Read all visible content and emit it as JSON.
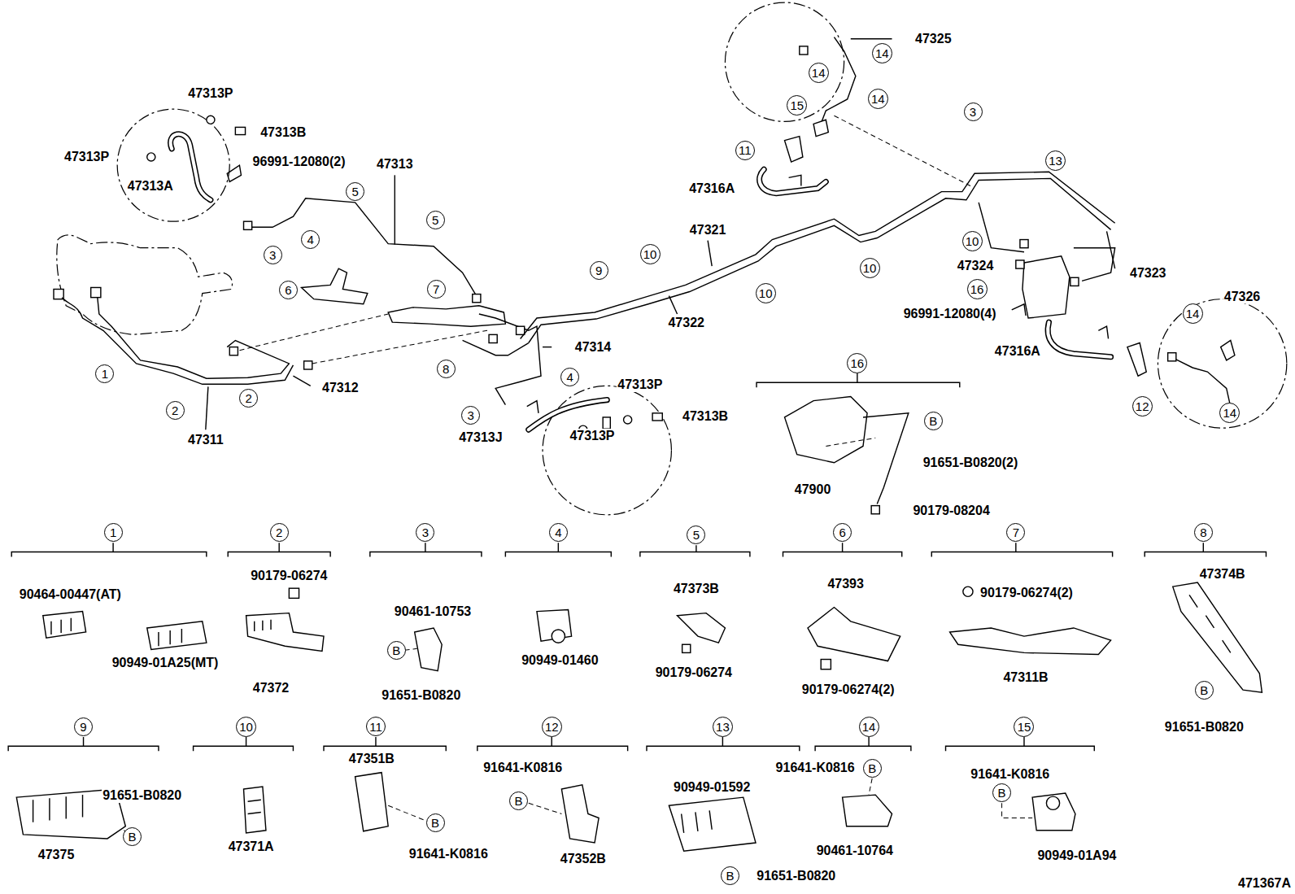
{
  "diagram": {
    "nodes": [
      {
        "text": [
          "14"
        ]
      },
      {
        "text": [
          "14"
        ]
      },
      {
        "text": [
          "14"
        ]
      },
      {
        "text": [
          "15"
        ]
      },
      {
        "text": [
          "3"
        ]
      },
      {
        "text": [
          "11"
        ]
      },
      {
        "text": [
          "13"
        ]
      },
      {
        "text": [
          "5"
        ]
      },
      {
        "text": [
          "5"
        ]
      },
      {
        "text": [
          "4"
        ]
      },
      {
        "text": [
          "10"
        ]
      },
      {
        "text": [
          "3"
        ]
      },
      {
        "text": [
          "10"
        ]
      },
      {
        "text": [
          "10"
        ]
      },
      {
        "text": [
          "9"
        ]
      },
      {
        "text": [
          "6"
        ]
      },
      {
        "text": [
          "7"
        ]
      },
      {
        "text": [
          "16"
        ]
      },
      {
        "text": [
          "10"
        ]
      },
      {
        "text": [
          "14"
        ]
      },
      {
        "text": [
          "16"
        ]
      },
      {
        "text": [
          "8"
        ]
      },
      {
        "text": [
          "1"
        ]
      },
      {
        "text": [
          "4"
        ]
      },
      {
        "text": [
          "2"
        ]
      },
      {
        "text": [
          "12"
        ]
      },
      {
        "text": [
          "2"
        ]
      },
      {
        "text": [
          "14"
        ]
      },
      {
        "text": [
          "3"
        ]
      },
      {
        "text": [
          "B"
        ]
      },
      {
        "text": [
          "1"
        ]
      },
      {
        "text": [
          "2"
        ]
      },
      {
        "text": [
          "3"
        ]
      },
      {
        "text": [
          "4"
        ]
      },
      {
        "text": [
          "5"
        ]
      },
      {
        "text": [
          "6"
        ]
      },
      {
        "text": [
          "7"
        ]
      },
      {
        "text": [
          "8"
        ]
      },
      {
        "text": [
          "B"
        ]
      },
      {
        "text": [
          "B"
        ]
      },
      {
        "text": [
          "9"
        ]
      },
      {
        "text": [
          "10"
        ]
      },
      {
        "text": [
          "11"
        ]
      },
      {
        "text": [
          "12"
        ]
      },
      {
        "text": [
          "13"
        ]
      },
      {
        "text": [
          "14"
        ]
      },
      {
        "text": [
          "15"
        ]
      },
      {
        "text": [
          "B"
        ]
      },
      {
        "text": [
          "B"
        ]
      },
      {
        "text": [
          "B"
        ]
      },
      {
        "text": [
          "B"
        ]
      },
      {
        "text": [
          "B"
        ]
      },
      {
        "text": [
          "B"
        ]
      }
    ],
    "labels": [
      "47325",
      "47313P",
      "47313B",
      "47313P",
      "96991-12080(2)",
      "47313",
      "47313A",
      "47316A",
      "47321",
      "47324",
      "47323",
      "47326",
      "96991-12080(4)",
      "47322",
      "47314",
      "47316A",
      "47313P",
      "47312",
      "47313B",
      "47313P",
      "47313J",
      "47311",
      "91651-B0820(2)",
      "47900",
      "90179-08204",
      "90179-06274",
      "47374B",
      "47393",
      "47373B",
      "90179-06274(2)",
      "90464-00447(AT)",
      "90461-10753",
      "90949-01460",
      "90949-01A25(MT)",
      "90179-06274",
      "47311B",
      "47372",
      "90179-06274(2)",
      "91651-B0820",
      "91651-B0820",
      "47351B",
      "91641-K0816",
      "91641-K0816",
      "91641-K0816",
      "90949-01592",
      "91651-B0820",
      "47371A",
      "90461-10764",
      "91641-K0816",
      "47375",
      "90949-01A94",
      "47352B",
      "91651-B0820",
      "471367A"
    ]
  }
}
